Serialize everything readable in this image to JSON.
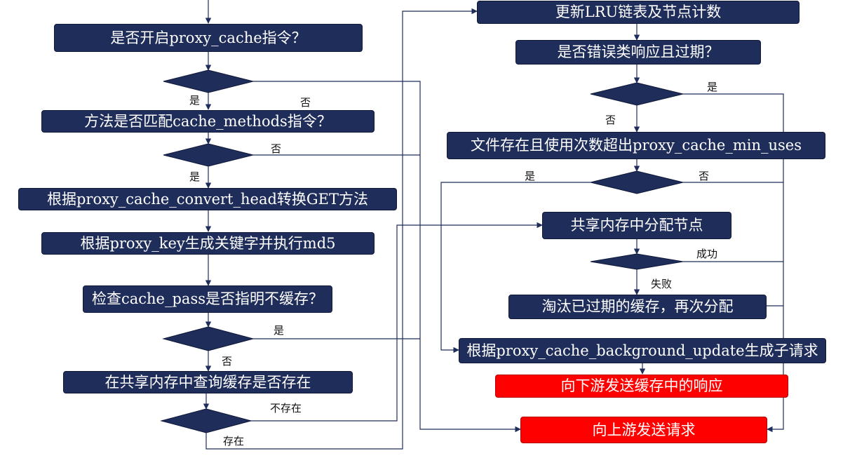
{
  "nodes": {
    "q_proxy_cache": "是否开启proxy_cache指令？",
    "q_cache_methods": "方法是否匹配cache_methods指令？",
    "convert_head": "根据proxy_cache_convert_head转换GET方法",
    "gen_key": "根据proxy_key生成关键字并执行md5",
    "q_cache_pass": "检查cache_pass是否指明不缓存？",
    "lookup_shm": "在共享内存中查询缓存是否存在",
    "update_lru": "更新LRU链表及节点计数",
    "q_error_expired": "是否错误类响应且过期？",
    "q_min_uses": "文件存在且使用次数超出proxy_cache_min_uses",
    "alloc_node": "共享内存中分配节点",
    "evict_realloc": "淘汰已过期的缓存，再次分配",
    "bg_update": "根据proxy_cache_background_update生成子请求",
    "send_downstream": "向下游发送缓存中的响应",
    "send_upstream": "向上游发送请求"
  },
  "edge_labels": {
    "d1_yes": "是",
    "d1_no": "否",
    "d2_no": "否",
    "d2_yes": "是",
    "d3_yes": "是",
    "d3_no": "否",
    "d4_not_exist": "不存在",
    "d4_exist": "存在",
    "d5_yes": "是",
    "d5_no": "否",
    "d6_yes": "是",
    "d6_no": "否",
    "d7_success": "成功",
    "d7_fail": "失败"
  },
  "colors": {
    "box_fill": "#1f2d5a",
    "terminal_fill": "#ff0000",
    "line": "#1f2d5a"
  }
}
